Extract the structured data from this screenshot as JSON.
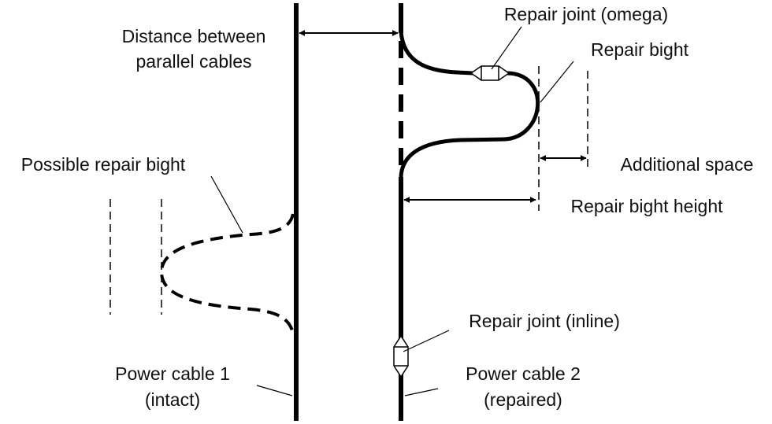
{
  "labels": {
    "distance_line1": "Distance between",
    "distance_line2": "parallel cables",
    "repair_joint_omega": "Repair joint (omega)",
    "repair_bight": "Repair bight",
    "additional_space": "Additional space",
    "repair_bight_height": "Repair bight height",
    "possible_repair_bight": "Possible repair bight",
    "repair_joint_inline": "Repair joint (inline)",
    "power_cable_1_line1": "Power cable 1",
    "power_cable_1_line2": "(intact)",
    "power_cable_2_line1": "Power cable 2",
    "power_cable_2_line2": "(repaired)"
  },
  "colors": {
    "ink": "#000000",
    "text": "#111111",
    "background": "#ffffff"
  }
}
